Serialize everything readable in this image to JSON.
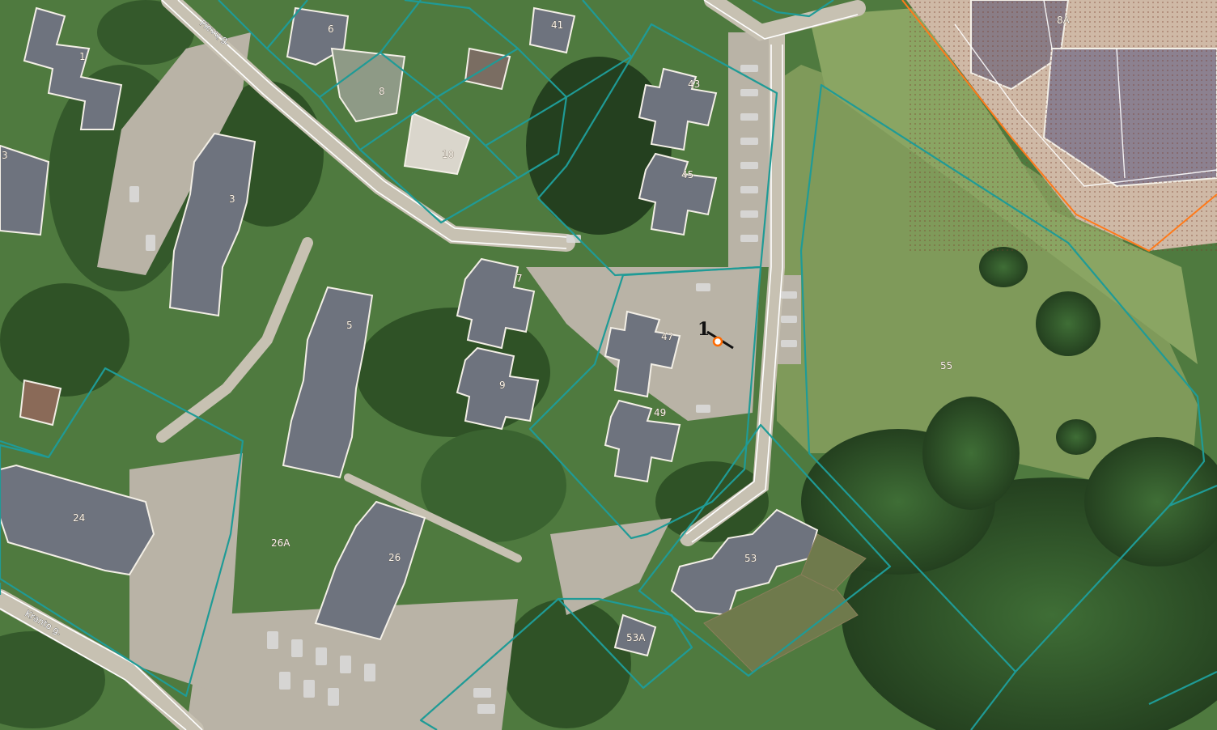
{
  "colors": {
    "parcel_boundary": "#1f9b96",
    "special_zone_boundary": "#ff7a1a",
    "marker": "#ff6a00",
    "road": "#ffffff"
  },
  "icons": {
    "location_marker": "map-pin-circle-icon",
    "direction_indicator": "direction-line-icon"
  },
  "streets": [
    {
      "id": "pievu",
      "name": "Pievų g."
    },
    {
      "id": "kranto",
      "name": "Kranto g."
    }
  ],
  "parcels": [
    {
      "id": "p1",
      "number": "1"
    },
    {
      "id": "p3left",
      "number": "3"
    },
    {
      "id": "p3",
      "number": "3"
    },
    {
      "id": "p5",
      "number": "5"
    },
    {
      "id": "p6",
      "number": "6"
    },
    {
      "id": "p7",
      "number": "7"
    },
    {
      "id": "p8",
      "number": "8"
    },
    {
      "id": "p8a",
      "number": "8A"
    },
    {
      "id": "p9",
      "number": "9"
    },
    {
      "id": "p10",
      "number": "10"
    },
    {
      "id": "p24",
      "number": "24"
    },
    {
      "id": "p26",
      "number": "26"
    },
    {
      "id": "p26a",
      "number": "26A"
    },
    {
      "id": "p41",
      "number": "41"
    },
    {
      "id": "p43",
      "number": "43"
    },
    {
      "id": "p45",
      "number": "45"
    },
    {
      "id": "p47",
      "number": "47"
    },
    {
      "id": "p49",
      "number": "49"
    },
    {
      "id": "p53",
      "number": "53"
    },
    {
      "id": "p53a",
      "number": "53A"
    },
    {
      "id": "p55",
      "number": "55"
    }
  ],
  "marker": {
    "label": "1"
  }
}
